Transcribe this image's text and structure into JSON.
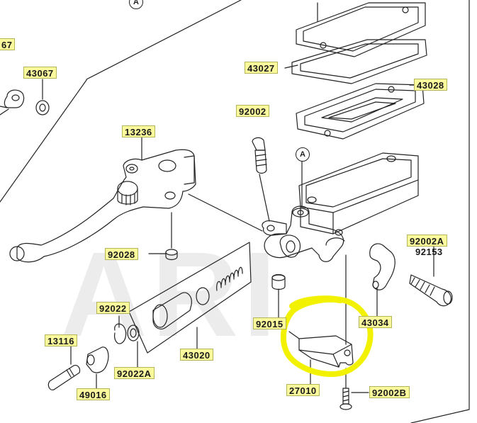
{
  "watermark": "ARI",
  "callouts": {
    "circle_a_top": "A",
    "circle_a_mid": "A"
  },
  "parts": {
    "p43067_cut": "67",
    "p43067": "43067",
    "p43027": "43027",
    "p43028": "43028",
    "p92002": "92002",
    "p13236": "13236",
    "p92028": "92028",
    "p92002a": "92002A",
    "p92153": "92153",
    "p92022": "92022",
    "p13116": "13116",
    "p92015": "92015",
    "p43034": "43034",
    "p43020": "43020",
    "p92022a": "92022A",
    "p49016": "49016",
    "p27010": "27010",
    "p92002b": "92002B"
  },
  "colors": {
    "label_fill": "#fafa9c",
    "highlight": "#f2f200",
    "line": "#222222"
  }
}
